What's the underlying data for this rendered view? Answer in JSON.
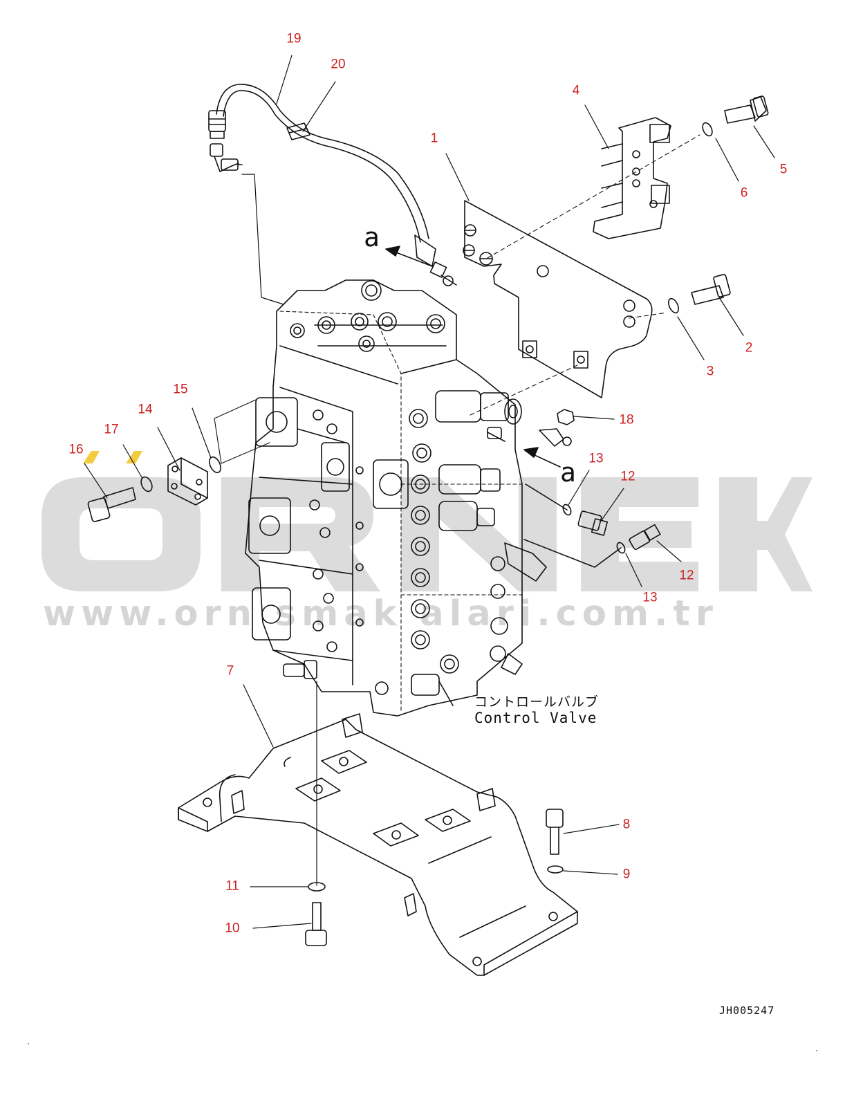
{
  "diagram": {
    "part_numbers": [
      "1",
      "2",
      "3",
      "4",
      "5",
      "6",
      "7",
      "8",
      "9",
      "10",
      "11",
      "12",
      "12",
      "13",
      "13",
      "14",
      "15",
      "16",
      "17",
      "18",
      "19",
      "20"
    ],
    "view_markers": [
      "a",
      "a"
    ],
    "title_japanese": "コントロールバルブ",
    "title_english": "Control Valve",
    "drawing_code": "JH005247"
  },
  "watermark": {
    "brand": "ORNEK",
    "url": "www.orn   smak   alari.com.tr",
    "colors": {
      "gray": "#dcdcdc",
      "yellow": "#f2cc3c"
    }
  },
  "colors": {
    "callout": "#cc1f1f",
    "line": "#111111"
  }
}
